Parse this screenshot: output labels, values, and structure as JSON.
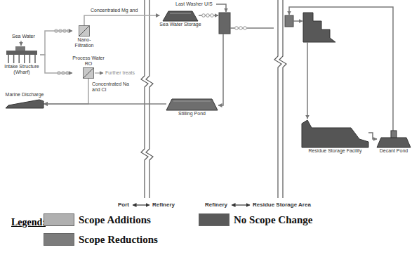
{
  "diagram": {
    "nodes": [
      {
        "text": [
          "Intake Structure (Wharf)"
        ]
      },
      {
        "text": [
          "Nano-Filtration"
        ]
      },
      {
        "text": [
          "Process Water RO"
        ]
      },
      {
        "text": [
          "Sea Water Storage"
        ]
      },
      {
        "text": [
          "Marine Discharge"
        ]
      },
      {
        "text": [
          "Stilling Pond"
        ]
      },
      {
        "text": [
          "Residue Storage Facility"
        ]
      },
      {
        "text": [
          "Decant Pond"
        ]
      }
    ],
    "edges": [
      {
        "from": 0,
        "to": 1,
        "arrow": "to"
      },
      {
        "from": 1,
        "to": 3,
        "label": "Concentrated Mg and",
        "arrow": "to"
      },
      {
        "from": 0,
        "to": 2,
        "arrow": "to"
      },
      {
        "from": 2,
        "to": 4,
        "label": "Concentrated Na and Cl",
        "arrow": "to"
      },
      {
        "from": 5,
        "to": 4,
        "arrow": "to"
      },
      {
        "from": 6,
        "to": 7,
        "arrow": "to"
      }
    ],
    "labels": [
      "Sea Water",
      "Last Washer U/S",
      "Further treats",
      "Port",
      "Refinery",
      "Refinery",
      "Residue Storage Area",
      "Legend:"
    ],
    "legend": [
      {
        "text": "Scope Additions",
        "color": "#b0b0b0"
      },
      {
        "text": "No Scope Change",
        "color": "#5a5a5a"
      },
      {
        "text": "Scope Reductions",
        "color": "#7c7c7c"
      }
    ]
  }
}
